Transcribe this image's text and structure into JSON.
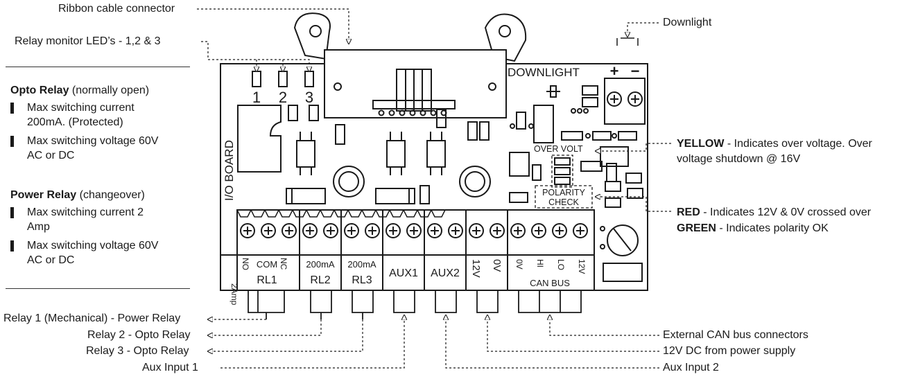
{
  "callouts": {
    "ribbon": "Ribbon cable connector",
    "relay_leds": "Relay monitor LED’s - 1,2 & 3",
    "downlight": "Downlight",
    "relay1": "Relay 1 (Mechanical) - Power Relay",
    "relay2": "Relay 2 - Opto Relay",
    "relay3": "Relay 3 - Opto Relay",
    "aux1": "Aux Input 1",
    "can_ext": "External CAN bus connectors",
    "dc12": "12V DC from power supply",
    "aux2": "Aux Input 2"
  },
  "specs": {
    "opto": {
      "title": "Opto Relay",
      "subtitle": "(normally open)",
      "items": [
        "Max switching current 200mA. (Protected)",
        "Max switching voltage 60V AC or DC"
      ]
    },
    "power": {
      "title": "Power Relay",
      "subtitle": "(changeover)",
      "items": [
        "Max switching current 2 Amp",
        "Max switching voltage 60V AC or DC"
      ]
    }
  },
  "indicators": {
    "yellow_label": "YELLOW",
    "yellow_text": " - Indicates over voltage. Over voltage shutdown @ 16V",
    "red_label": "RED",
    "red_text": " - Indicates 12V & 0V crossed over",
    "green_label": "GREEN",
    "green_text": " - Indicates polarity OK"
  },
  "board": {
    "name": "I/O BOARD",
    "led_numbers": [
      "1",
      "2",
      "3"
    ],
    "downlight_label": "DOWNLIGHT",
    "plus": "+",
    "minus": "−",
    "over_volt": "OVER VOLT",
    "polarity_1": "POLARITY",
    "polarity_2": "CHECK",
    "terminals": {
      "rl1": {
        "amp": "2Amp",
        "no": "NO",
        "com": "COM",
        "nc": "NC",
        "name": "RL1"
      },
      "rl2": {
        "amp": "200mA",
        "name": "RL2"
      },
      "rl3": {
        "amp": "200mA",
        "name": "RL3"
      },
      "aux1": "AUX1",
      "aux2": "AUX2",
      "v12": "12V",
      "v0": "0V",
      "can_pins": [
        "0V",
        "HI",
        "LO",
        "12V"
      ],
      "can_name": "CAN BUS"
    }
  },
  "colors": {
    "line": "#1a1a1a"
  }
}
